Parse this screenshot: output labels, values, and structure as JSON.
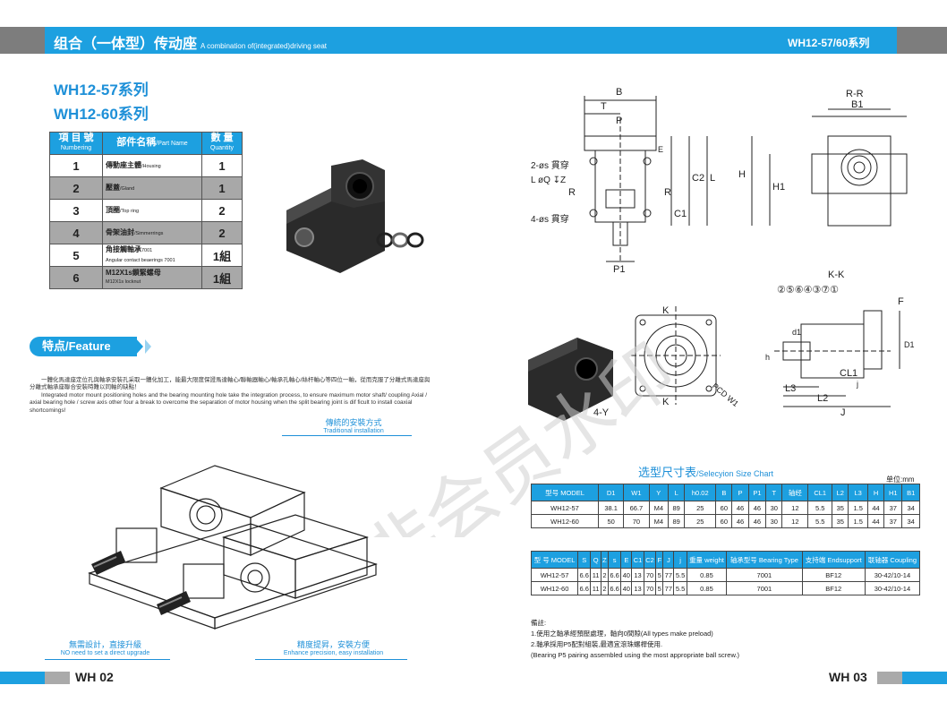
{
  "header": {
    "title_cn": "组合（一体型）传动座",
    "title_en": "A combination of(integrated)driving seat",
    "series_right": "WH12-57/60系列"
  },
  "series": [
    "WH12-57系列",
    "WH12-60系列"
  ],
  "parts_table": {
    "headers": [
      {
        "cn": "項 目 號",
        "en": "Numbering"
      },
      {
        "cn": "部件名稱",
        "en": "/Part Name"
      },
      {
        "cn": "數 量",
        "en": "Quantity"
      }
    ],
    "rows": [
      {
        "num": "1",
        "name": "傳動座主體",
        "name_en": "/Housing",
        "qty": "1"
      },
      {
        "num": "2",
        "name": "壓蓋",
        "name_en": "/Gland",
        "qty": "1"
      },
      {
        "num": "3",
        "name": "頂圈",
        "name_en": "/Top ring",
        "qty": "2"
      },
      {
        "num": "4",
        "name": "骨架油封",
        "name_en": "/Simmerrings",
        "qty": "2"
      },
      {
        "num": "5",
        "name": "角接觸軸承",
        "name_en": "7001",
        "name_sub": "Angular contact beaerings 7001",
        "qty": "1組"
      },
      {
        "num": "6",
        "name": "M12X1s鎖緊螺母",
        "name_en": "",
        "name_sub": "M12X1s locknut",
        "qty": "1組"
      }
    ]
  },
  "feature": {
    "label": "特点/Feature",
    "text_cn": "一體化馬達座定位孔與軸承安裝孔采取一體化加工，能最大限度保證馬達軸心/聯軸器軸心/軸承孔軸心/絲杆軸心等四位一軸，從而克服了分離式馬達座與分離式軸承座聯合安裝時難以同軸的缺點！",
    "text_en": "Integrated motor mount positioning holes and the bearing mounting hole take the integration process, to ensure maximum motor shaft/ coupling Axial / axial bearing hole / screw axis other four a break to overcome the separation of motor housing when the split bearing joint is dif ficult to install coaxial shortcomings!"
  },
  "captions": {
    "traditional_cn": "傳統的安裝方式",
    "traditional_en": "Traditional installation",
    "nodesign_cn": "無需設計，直接升級",
    "nodesign_en": "NO need to set a direct upgrade",
    "precision_cn": "精度提昇，安裝方便",
    "precision_en": "Enhance precision, easy installation"
  },
  "drawing_labels": {
    "B": "B",
    "T": "T",
    "P": "P",
    "RR": "R-R",
    "B1": "B1",
    "H": "H",
    "H1": "H1",
    "C2": "C2",
    "C1": "C1",
    "L": "L",
    "E": "E",
    "P1": "P1",
    "R": "R",
    "hole1": "2-øs 貫穿",
    "hole2": "L øQ ↧Z",
    "hole3": "4-øs 貫穿",
    "KK": "K-K",
    "K": "K",
    "Y": "4-Y",
    "PCD": "PCD W1",
    "circled": "②⑤⑥④③⑦①",
    "F": "F",
    "d1": "d1",
    "D1": "D1",
    "h": "h",
    "CL1": "CL1",
    "L3": "L3",
    "L2": "L2",
    "J": "J",
    "j": "j"
  },
  "size_table_title": "选型尺寸表",
  "size_table_title_en": "/Selecyion Size Chart",
  "unit": "单位:mm",
  "table1": {
    "headers": [
      "型号 MODEL",
      "D1",
      "W1",
      "Y",
      "L",
      "h0.02",
      "B",
      "P",
      "P1",
      "T",
      "轴经",
      "CL1",
      "L2",
      "L3",
      "H",
      "H1",
      "B1"
    ],
    "rows": [
      [
        "WH12-57",
        "38.1",
        "66.7",
        "M4",
        "89",
        "25",
        "60",
        "46",
        "46",
        "30",
        "12",
        "5.5",
        "35",
        "1.5",
        "44",
        "37",
        "34"
      ],
      [
        "WH12-60",
        "50",
        "70",
        "M4",
        "89",
        "25",
        "60",
        "46",
        "46",
        "30",
        "12",
        "5.5",
        "35",
        "1.5",
        "44",
        "37",
        "34"
      ]
    ]
  },
  "table2": {
    "headers": [
      "型 号 MODEL",
      "S",
      "Q",
      "Z",
      "s",
      "E",
      "C1",
      "C2",
      "F",
      "J",
      "j",
      "重量 weight",
      "轴承型号 Bearing Type",
      "支持端 Endsupport",
      "联轴器 Coupling"
    ],
    "rows": [
      [
        "WH12-57",
        "6.6",
        "11",
        "2",
        "6.6",
        "40",
        "13",
        "70",
        "5",
        "77",
        "5.5",
        "0.85",
        "7001",
        "BF12",
        "30-42/10-14"
      ],
      [
        "WH12-60",
        "6.6",
        "11",
        "2",
        "6.6",
        "40",
        "13",
        "70",
        "5",
        "77",
        "5.5",
        "0.85",
        "7001",
        "BF12",
        "30-42/10-14"
      ]
    ]
  },
  "notes": [
    "備註:",
    "1.使用之軸承經預壓處理，軸向0間隙(All types make preload)",
    "2.軸承採用P5配對組裝,最適宜滾珠螺桿使用.",
    "(Bearing P5 pairing assembled using the most appropriate ball screw.)"
  ],
  "watermark": "非会员水印",
  "footer": {
    "left": "WH 02",
    "right": "WH 03"
  }
}
